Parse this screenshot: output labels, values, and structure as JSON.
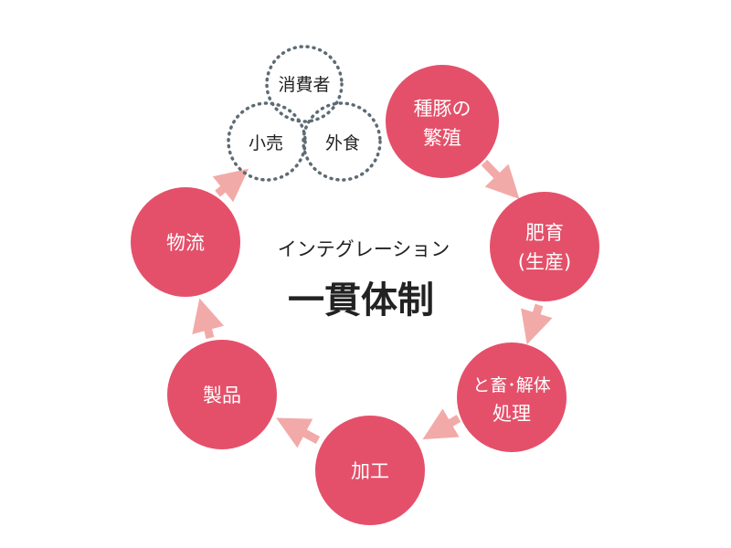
{
  "colors": {
    "stage": "#e4506a",
    "arrow": "#f2aaa8",
    "dotted": "#5d6b74"
  },
  "center": {
    "subtitle": "インテグレーション",
    "title": "一貫体制"
  },
  "consumers": {
    "top": "消費者",
    "left": "小売",
    "right": "外食"
  },
  "stages": [
    {
      "line1": "種豚の",
      "line2": "繁殖"
    },
    {
      "line1": "肥育",
      "line2": "(生産)"
    },
    {
      "line1": "と畜･解体",
      "line2": "処理"
    },
    {
      "line1": "加工"
    },
    {
      "line1": "製品"
    },
    {
      "line1": "物流"
    }
  ]
}
